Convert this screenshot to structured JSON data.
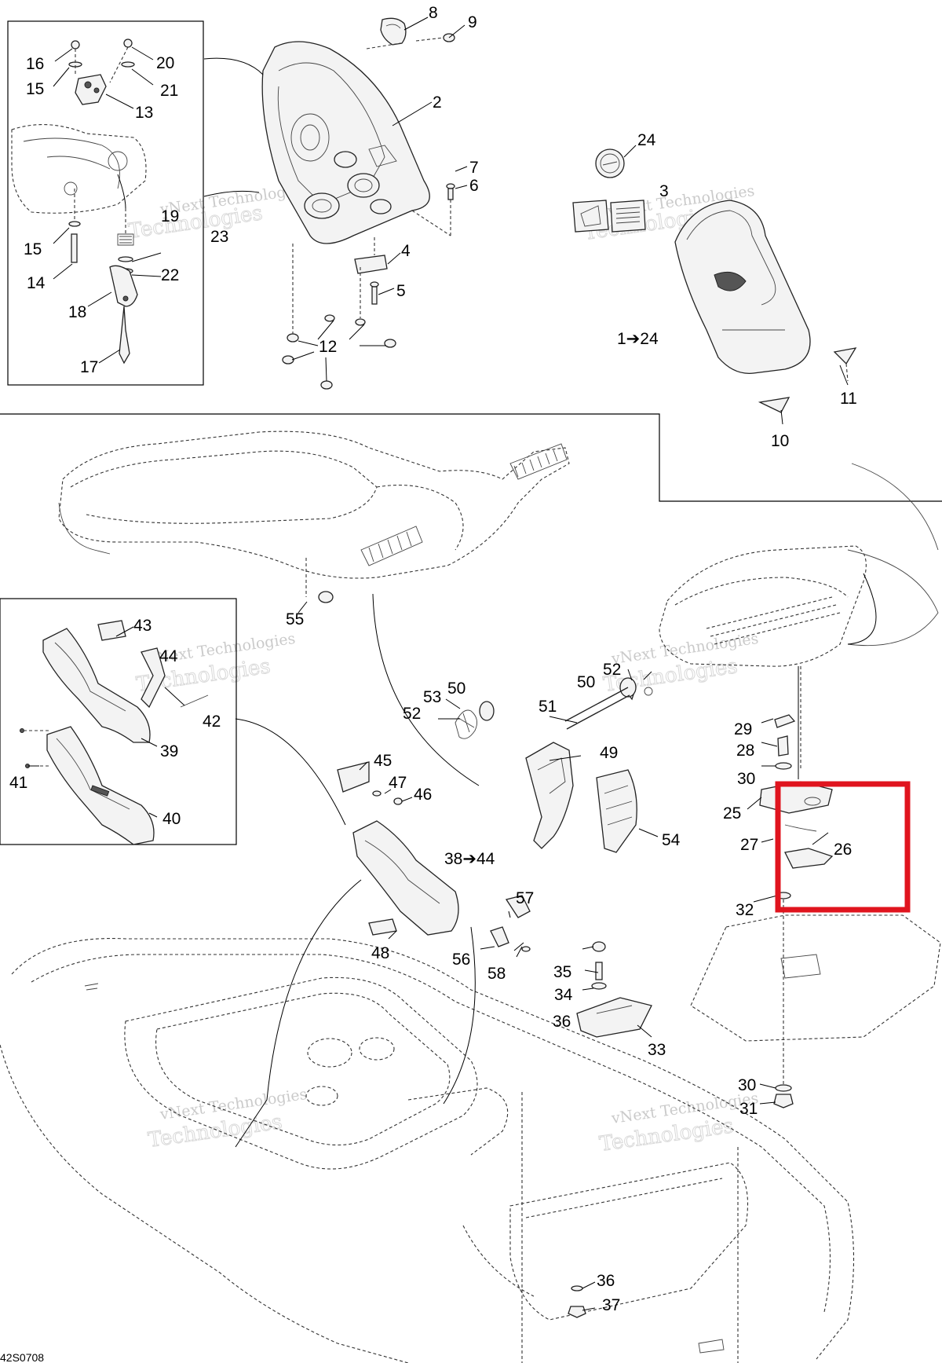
{
  "diagram": {
    "reference_code": "42S0708",
    "watermark": {
      "line1": "vNext Technologies",
      "line2": "Technologies"
    },
    "callouts": [
      {
        "id": "c8",
        "label": "8"
      },
      {
        "id": "c9",
        "label": "9"
      },
      {
        "id": "c2",
        "label": "2"
      },
      {
        "id": "c16",
        "label": "16"
      },
      {
        "id": "c20",
        "label": "20"
      },
      {
        "id": "c15a",
        "label": "15"
      },
      {
        "id": "c21",
        "label": "21"
      },
      {
        "id": "c13",
        "label": "13"
      },
      {
        "id": "c19",
        "label": "19"
      },
      {
        "id": "c23",
        "label": "23"
      },
      {
        "id": "c15b",
        "label": "15"
      },
      {
        "id": "c14",
        "label": "14"
      },
      {
        "id": "c22",
        "label": "22"
      },
      {
        "id": "c18",
        "label": "18"
      },
      {
        "id": "c17",
        "label": "17"
      },
      {
        "id": "c7",
        "label": "7"
      },
      {
        "id": "c6",
        "label": "6"
      },
      {
        "id": "c4",
        "label": "4"
      },
      {
        "id": "c5",
        "label": "5"
      },
      {
        "id": "c12",
        "label": "12"
      },
      {
        "id": "c24",
        "label": "24"
      },
      {
        "id": "c3",
        "label": "3"
      },
      {
        "id": "c1to24",
        "label": "1➔24"
      },
      {
        "id": "c11",
        "label": "11"
      },
      {
        "id": "c10",
        "label": "10"
      },
      {
        "id": "c55",
        "label": "55"
      },
      {
        "id": "c43",
        "label": "43"
      },
      {
        "id": "c44",
        "label": "44"
      },
      {
        "id": "c42",
        "label": "42"
      },
      {
        "id": "c39",
        "label": "39"
      },
      {
        "id": "c41",
        "label": "41"
      },
      {
        "id": "c40",
        "label": "40"
      },
      {
        "id": "c50a",
        "label": "50"
      },
      {
        "id": "c53",
        "label": "53"
      },
      {
        "id": "c52a",
        "label": "52"
      },
      {
        "id": "c51",
        "label": "51"
      },
      {
        "id": "c50b",
        "label": "50"
      },
      {
        "id": "c52b",
        "label": "52"
      },
      {
        "id": "c49",
        "label": "49"
      },
      {
        "id": "c45",
        "label": "45"
      },
      {
        "id": "c47",
        "label": "47"
      },
      {
        "id": "c46",
        "label": "46"
      },
      {
        "id": "c54",
        "label": "54"
      },
      {
        "id": "c29",
        "label": "29"
      },
      {
        "id": "c28",
        "label": "28"
      },
      {
        "id": "c30a",
        "label": "30"
      },
      {
        "id": "c25",
        "label": "25"
      },
      {
        "id": "c27",
        "label": "27"
      },
      {
        "id": "c26",
        "label": "26"
      },
      {
        "id": "c32",
        "label": "32"
      },
      {
        "id": "c38to44",
        "label": "38➔44"
      },
      {
        "id": "c57",
        "label": "57"
      },
      {
        "id": "c48",
        "label": "48"
      },
      {
        "id": "c56",
        "label": "56"
      },
      {
        "id": "c58",
        "label": "58"
      },
      {
        "id": "c35",
        "label": "35"
      },
      {
        "id": "c34",
        "label": "34"
      },
      {
        "id": "c36a",
        "label": "36"
      },
      {
        "id": "c33",
        "label": "33"
      },
      {
        "id": "c30b",
        "label": "30"
      },
      {
        "id": "c31",
        "label": "31"
      },
      {
        "id": "c36b",
        "label": "36"
      },
      {
        "id": "c37",
        "label": "37"
      }
    ],
    "highlight": {
      "color": "#e0141e",
      "parts": [
        "26"
      ]
    }
  }
}
